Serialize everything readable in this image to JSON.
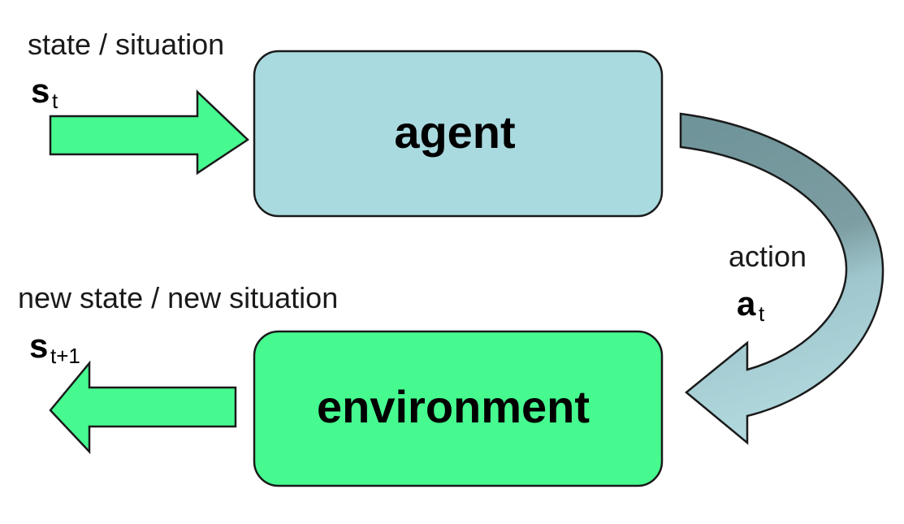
{
  "diagram": {
    "title": "reinforcement-learning-agent-environment-loop",
    "background_color": "#ffffff"
  },
  "nodes": [
    {
      "id": "agent",
      "label": "agent",
      "fill": "#a9dadf",
      "stroke": "#1a1a1a"
    },
    {
      "id": "environment",
      "label": "environment",
      "fill": "#46fa90",
      "stroke": "#1a1a1a"
    }
  ],
  "edges": [
    {
      "id": "state-in",
      "caption": "state / situation",
      "symbol_main": "s",
      "symbol_sub": "t",
      "direction": "right",
      "fill": "#46fa90",
      "stroke": "#1a1a1a"
    },
    {
      "id": "action",
      "caption": "action",
      "symbol_main": "a",
      "symbol_sub": "t",
      "direction": "curved-down-left",
      "fill_start": "#6f9499",
      "fill_end": "#b4dce1",
      "stroke": "#1a1a1a"
    },
    {
      "id": "new-state-out",
      "caption": "new state / new situation",
      "symbol_main": "s",
      "symbol_sub": "t+1",
      "direction": "left",
      "fill": "#46fa90",
      "stroke": "#1a1a1a"
    }
  ]
}
